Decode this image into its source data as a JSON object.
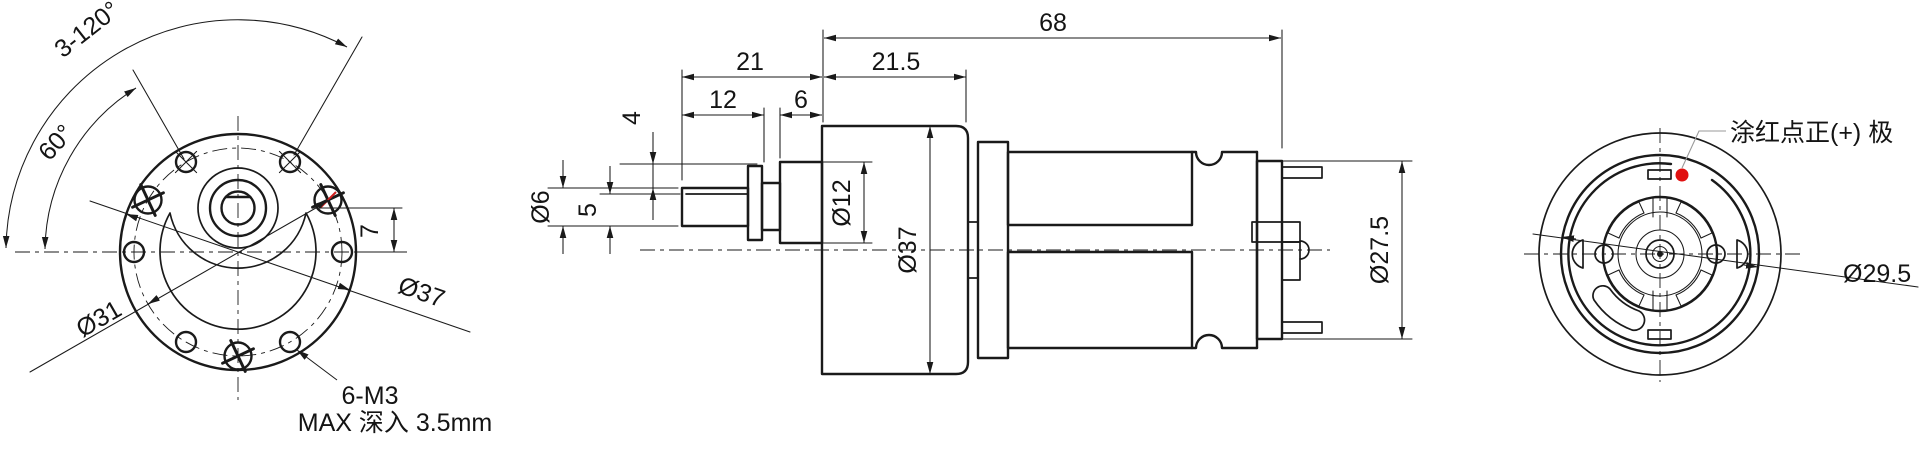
{
  "colors": {
    "line": "#1a1a1a",
    "red_dot": "#e01010",
    "background": "#ffffff"
  },
  "views": {
    "front": {
      "labels": {
        "angle_pattern": "3-120°",
        "angle_spacing": "60°",
        "shaft_offset": "7",
        "bolt_circle_dia": "Ø31",
        "flange_dia": "Ø37",
        "thread_note": "6-M3",
        "depth_note": "MAX 深入 3.5mm"
      }
    },
    "side": {
      "labels": {
        "total_length": "68",
        "front_length": "21",
        "gearbox_length": "21.5",
        "shaft_length": "12",
        "boss_length": "6",
        "step_height": "4",
        "shaft_dia": "Ø6",
        "shaft_flat": "5",
        "boss_dia": "Ø12",
        "body_dia": "Ø37",
        "endcap_dia": "Ø27.5"
      }
    },
    "rear": {
      "labels": {
        "polarity_note": "涂红点正(+) 极",
        "motor_dia": "Ø29.5"
      }
    }
  }
}
